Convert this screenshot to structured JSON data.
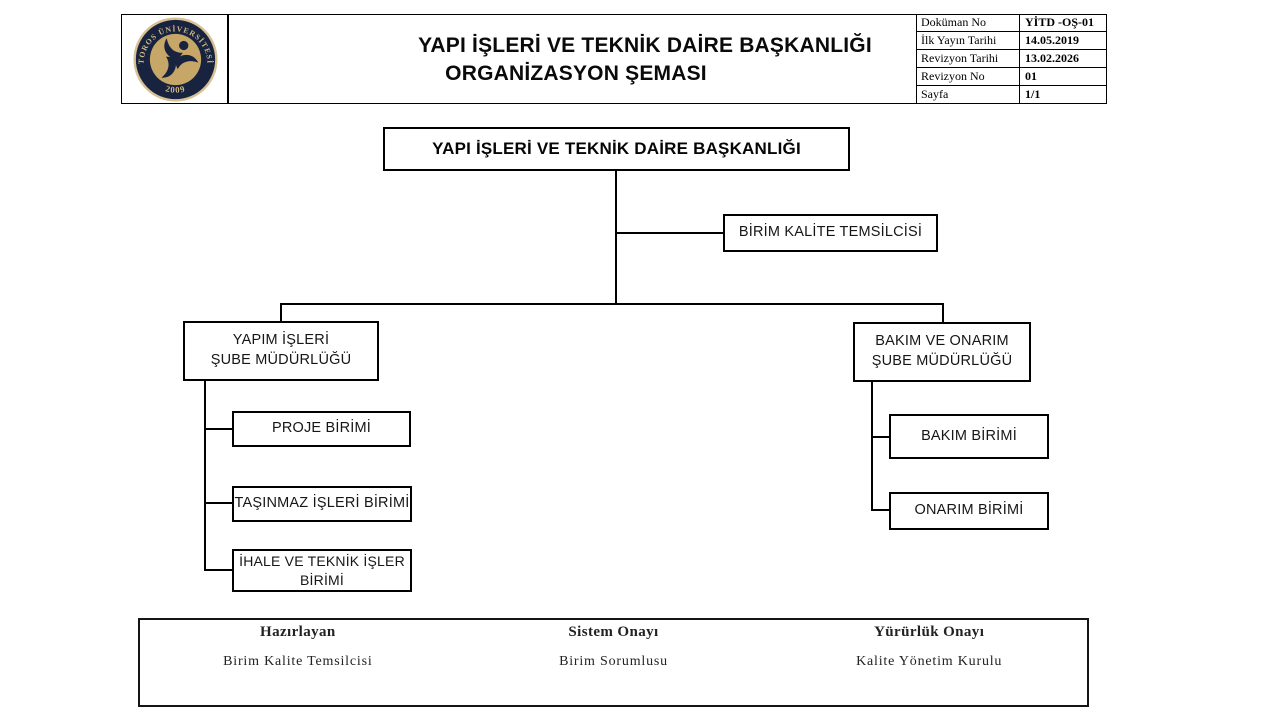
{
  "logo": {
    "university": "TOROS ÜNİVERSİTESİ",
    "year": "2009",
    "navy": "#17233f",
    "tan": "#c7a767",
    "ring_tan": "#d8c193"
  },
  "header": {
    "title_line1": "YAPI İŞLERİ VE TEKNİK DAİRE BAŞKANLIĞI",
    "title_line2": "ORGANİZASYON ŞEMASI",
    "doc_info": {
      "rows": [
        {
          "label": "Doküman No",
          "value": "YİTD -OŞ-01"
        },
        {
          "label": "İlk Yayın Tarihi",
          "value": "14.05.2019"
        },
        {
          "label": "Revizyon Tarihi",
          "value": "13.02.2026"
        },
        {
          "label": "Revizyon No",
          "value": "01"
        },
        {
          "label": "Sayfa",
          "value": "1/1"
        }
      ]
    }
  },
  "chart": {
    "root": "YAPI İŞLERİ VE TEKNİK DAİRE BAŞKANLIĞI",
    "staff": "BİRİM KALİTE TEMSİLCİSİ",
    "left_branch": {
      "line1": "YAPIM İŞLERİ",
      "line2": "ŞUBE MÜDÜRLÜĞÜ",
      "children": [
        "PROJE BİRİMİ",
        "TAŞINMAZ İŞLERİ BİRİMİ",
        "İHALE VE TEKNİK İŞLER BİRİMİ"
      ]
    },
    "right_branch": {
      "line1": "BAKIM VE ONARIM",
      "line2": "ŞUBE MÜDÜRLÜĞÜ",
      "children": [
        "BAKIM BİRİMİ",
        "ONARIM BİRİMİ"
      ]
    }
  },
  "footer": {
    "columns": [
      {
        "header": "Hazırlayan",
        "value": "Birim Kalite Temsilcisi"
      },
      {
        "header": "Sistem Onayı",
        "value": "Birim Sorumlusu"
      },
      {
        "header": "Yürürlük Onayı",
        "value": "Kalite Yönetim Kurulu"
      }
    ]
  },
  "colors": {
    "line": "#000000",
    "background": "#ffffff"
  }
}
